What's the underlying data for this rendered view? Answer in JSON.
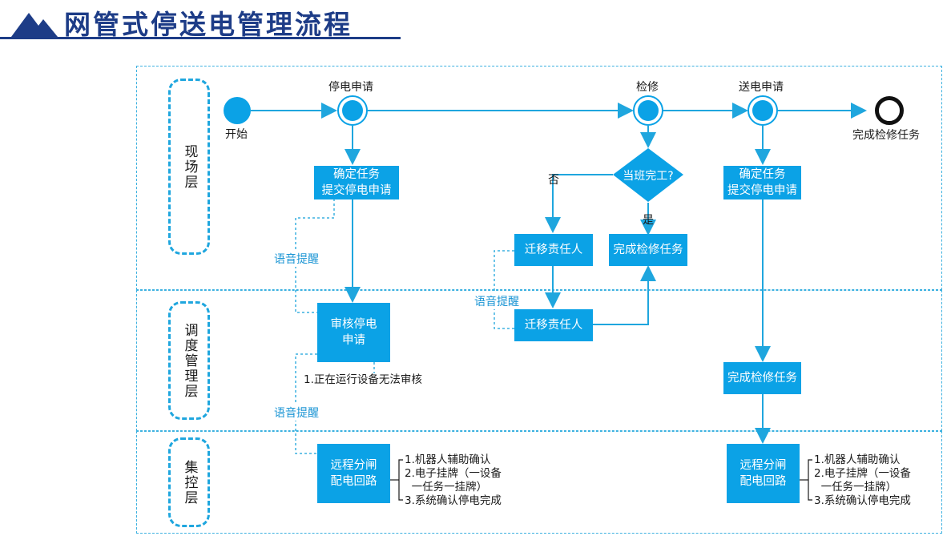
{
  "title": "网管式停送电管理流程",
  "lanes": {
    "field": "现场层",
    "dispatch": "调度管理层",
    "control": "集控层"
  },
  "nodes": {
    "start": "开始",
    "outage_request": "停电申请",
    "maintenance": "检修",
    "power_request": "送电申请",
    "end": "完成检修任务"
  },
  "boxes": {
    "confirm_left": "确定任务\n提交停电申请",
    "confirm_right": "确定任务\n提交停电申请",
    "transfer_upper": "迁移责任人",
    "transfer_lower": "迁移责任人",
    "finish_field": "完成检修任务",
    "finish_dispatch": "完成检修任务",
    "review": "审核停电\n申请",
    "remote_left": "远程分闸\n配电回路",
    "remote_right": "远程分闸\n配电回路"
  },
  "decision": {
    "question": "当班完工?",
    "no": "否",
    "yes": "是"
  },
  "voice_alerts": {
    "upper": "语音提醒",
    "middle": "语音提醒",
    "lower": "语音提醒"
  },
  "notes": {
    "review_note": "1.正在运行设备无法审核",
    "steps_left": "1.机器人辅助确认\n2.电子挂牌（一设备\n  一任务一挂牌）\n3.系统确认停电完成",
    "steps_right": "1.机器人辅助确认\n2.电子挂牌（一设备\n  一任务一挂牌）\n3.系统确认停电完成"
  },
  "colors": {
    "title": "#1d3c87",
    "box": "#0ba2e6",
    "line": "#1fa6de",
    "voice_line": "#3cb1e0"
  }
}
